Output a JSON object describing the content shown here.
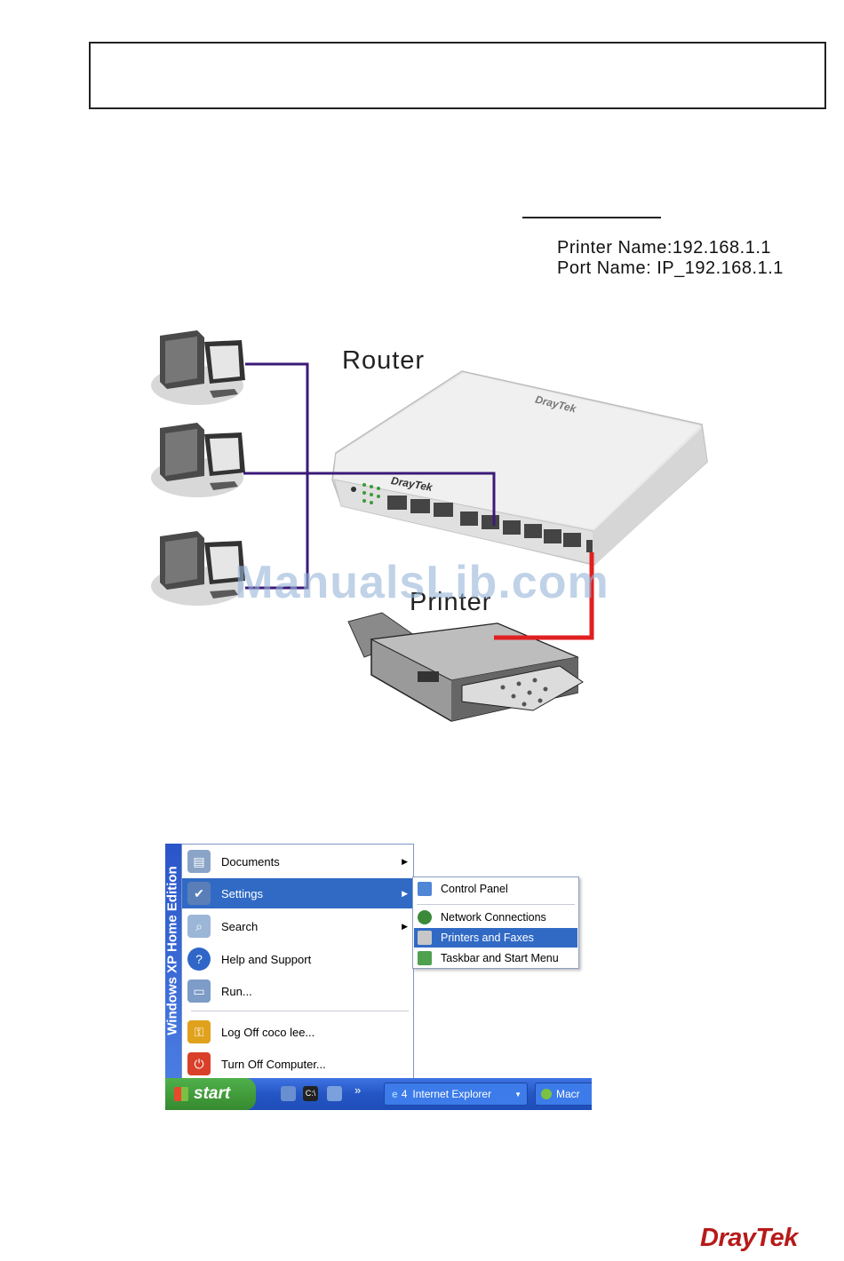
{
  "note": {
    "printer_name": "Printer Name:192.168.1.1",
    "port_name": "Port Name: IP_192.168.1.1"
  },
  "diagram": {
    "router_label": "Router",
    "printer_label": "Printer",
    "router_brand": "DrayTek",
    "router_top_brand": "DrayTek",
    "cable_color_lan": "#3b1a78",
    "cable_color_usb": "#e02020"
  },
  "watermark": "ManualsLib.com",
  "start_menu": {
    "side_banner": "Windows XP  Home Edition",
    "items": [
      {
        "label": "Documents",
        "icon": "documents-icon",
        "has_arrow": true
      },
      {
        "label": "Settings",
        "icon": "settings-icon",
        "has_arrow": true,
        "selected": true
      },
      {
        "label": "Search",
        "icon": "search-icon",
        "has_arrow": true
      },
      {
        "label": "Help and Support",
        "icon": "help-icon"
      },
      {
        "label": "Run...",
        "icon": "run-icon"
      },
      {
        "label": "Log Off coco lee...",
        "icon": "logoff-icon"
      },
      {
        "label": "Turn Off Computer...",
        "icon": "power-icon"
      }
    ],
    "submenu": [
      {
        "label": "Control Panel",
        "icon": "control-panel-icon"
      },
      {
        "label": "Network Connections",
        "icon": "network-icon"
      },
      {
        "label": "Printers and Faxes",
        "icon": "printer-icon",
        "selected": true
      },
      {
        "label": "Taskbar and Start Menu",
        "icon": "taskbar-icon"
      }
    ],
    "taskbar": {
      "start_label": "start",
      "ie_count": "4",
      "ie_label": "Internet Explorer",
      "last_task": "Macr",
      "overflow_glyph": "»"
    }
  },
  "footer_logo": "DrayTek"
}
